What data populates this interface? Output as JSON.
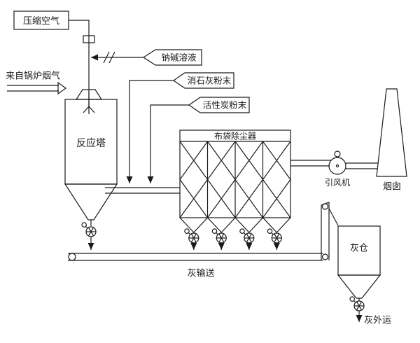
{
  "diagram": {
    "colors": {
      "line": "#1a1a1a",
      "background": "#ffffff"
    },
    "labels": {
      "compressed_air": "压缩空气",
      "soda_solution": "钠碱溶液",
      "boiler_flue_gas": "来自锅炉烟气",
      "slaked_lime_powder": "消石灰粉末",
      "activated_carbon_powder": "活性炭粉末",
      "reaction_tower": "反应塔",
      "bag_filter": "布袋除尘器",
      "induced_draft_fan": "引风机",
      "chimney": "烟囱",
      "ash_silo": "灰仓",
      "ash_conveyor": "灰输送",
      "ash_transport_out": "灰外运"
    }
  }
}
